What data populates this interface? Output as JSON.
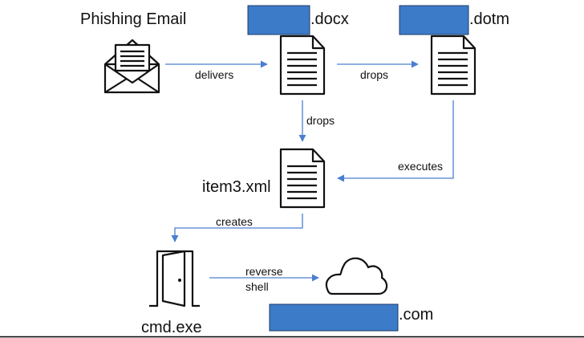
{
  "nodes": {
    "phishing_email": {
      "label": "Phishing Email",
      "icon": "envelope-icon"
    },
    "docx": {
      "label": ".docx",
      "icon": "document-icon"
    },
    "dotm": {
      "label": ".dotm",
      "icon": "document-icon"
    },
    "item3": {
      "label": "item3.xml",
      "icon": "document-icon"
    },
    "cmd": {
      "label": "cmd.exe",
      "icon": "open-door-icon"
    },
    "domain": {
      "label": ".com",
      "icon": "cloud-icon"
    }
  },
  "edges": {
    "delivers": "delivers",
    "drops_to_dotm": "drops",
    "drops_to_item3": "drops",
    "executes": "executes",
    "creates": "creates",
    "reverse_line1": "reverse",
    "reverse_line2": "shell"
  },
  "colors": {
    "arrow": "#4a7fd0",
    "redaction_fill": "#3c7bc8",
    "redaction_stroke": "#1f3b66",
    "icon_stroke": "#111111",
    "bottom_rule": "#000000"
  }
}
